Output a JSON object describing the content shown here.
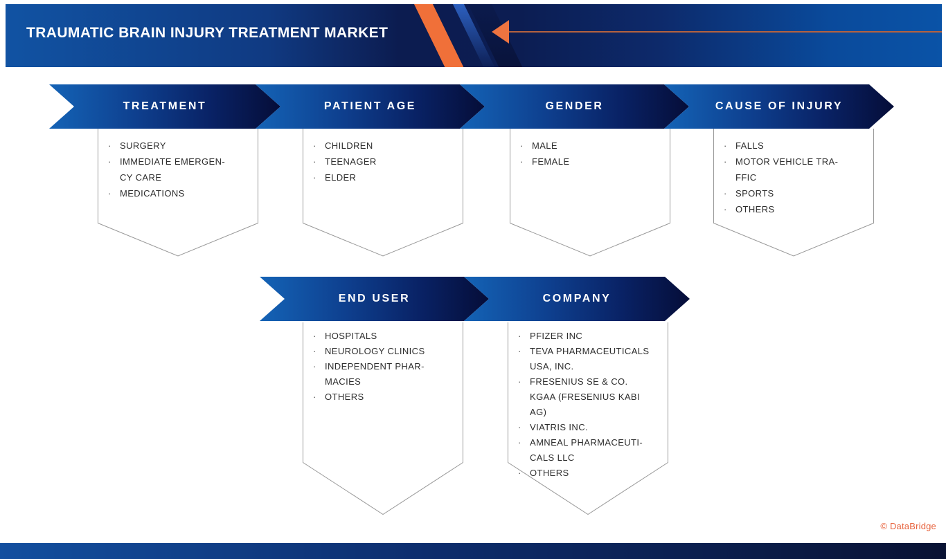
{
  "header": {
    "title": "TRAUMATIC BRAIN INJURY TREATMENT MARKET"
  },
  "list_bullet": "·",
  "colors": {
    "accent_orange": "#f07039",
    "banner_blue_start": "#1463b6",
    "banner_navy_end": "#050d38",
    "header_navy": "#0c1c50",
    "box_border_gray": "#999999",
    "item_text": "#2d2d2d",
    "credit_orange": "#e7623c"
  },
  "segments": [
    {
      "label": "TREATMENT",
      "items": [
        "SURGERY",
        "IMMEDIATE EMERGEN-\nCY CARE",
        "MEDICATIONS"
      ]
    },
    {
      "label": "PATIENT AGE",
      "items": [
        "CHILDREN",
        "TEENAGER",
        "ELDER"
      ]
    },
    {
      "label": "GENDER",
      "items": [
        "MALE",
        "FEMALE"
      ]
    },
    {
      "label": "CAUSE OF INJURY",
      "items": [
        "FALLS",
        "MOTOR VEHICLE TRA-\nFFIC",
        "SPORTS",
        "OTHERS"
      ]
    },
    {
      "label": "END USER",
      "items": [
        "HOSPITALS",
        "NEUROLOGY CLINICS",
        "INDEPENDENT PHAR-\nMACIES",
        "OTHERS"
      ]
    },
    {
      "label": "COMPANY",
      "items": [
        "PFIZER INC",
        "TEVA PHARMACEUTICALS\nUSA, INC.",
        "FRESENIUS SE & CO.\nKGAA (FRESENIUS KABI\nAG)",
        "VIATRIS INC.",
        "AMNEAL PHARMACEUTI-\nCALS LLC",
        "OTHERS"
      ]
    }
  ],
  "footer": {
    "credit": "© DataBridge"
  }
}
